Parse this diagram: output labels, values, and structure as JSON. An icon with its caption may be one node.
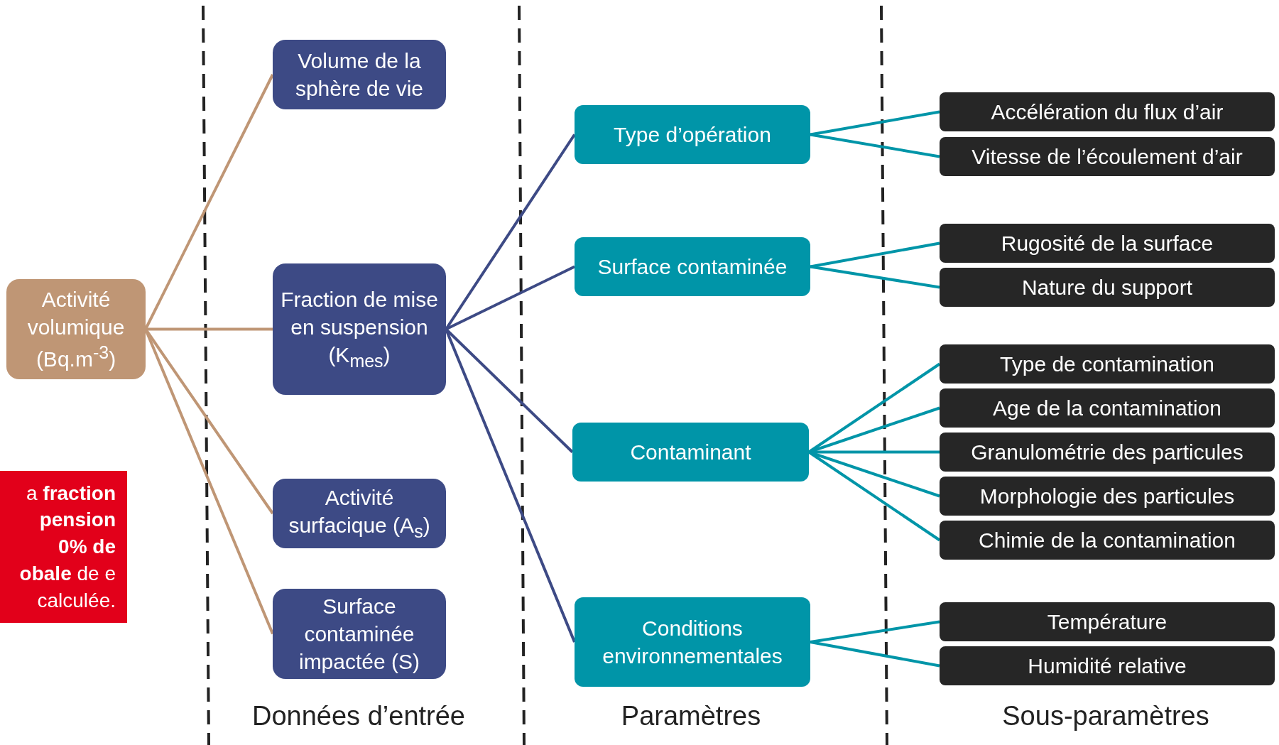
{
  "diagram": {
    "nodes": [
      {
        "text": [
          "Activité volumique (Bq.m$^{-3}$)"
        ]
      },
      {
        "text": [
          "Volume de la sphère de vie"
        ]
      },
      {
        "text": [
          "Fraction de mise en suspension (K$_{mes}$)"
        ]
      },
      {
        "text": [
          "Activité surfacique (A$_{s}$)"
        ]
      },
      {
        "text": [
          "Surface contaminée impactée (S)"
        ]
      },
      {
        "text": [
          "Type d’opération"
        ]
      },
      {
        "text": [
          "Surface contaminée"
        ]
      },
      {
        "text": [
          "Contaminant"
        ]
      },
      {
        "text": [
          "Conditions environnementales"
        ]
      },
      {
        "text": [
          "Accélération du flux d’air"
        ]
      },
      {
        "text": [
          "Vitesse de l’écoulement d’air"
        ]
      },
      {
        "text": [
          "Rugosité de la surface"
        ]
      },
      {
        "text": [
          "Nature du support"
        ]
      },
      {
        "text": [
          "Type de contamination"
        ]
      },
      {
        "text": [
          "Age de la contamination"
        ]
      },
      {
        "text": [
          "Granulométrie des particules"
        ]
      },
      {
        "text": [
          "Morphologie des particules"
        ]
      },
      {
        "text": [
          "Chimie de la contamination"
        ]
      },
      {
        "text": [
          "Température"
        ]
      },
      {
        "text": [
          "Humidité relative"
        ]
      },
      {
        "text": [
          "a **fraction** **pension** **0% de** **obale** de e calculée."
        ]
      }
    ],
    "edges": [
      {
        "from": 0,
        "to": 1,
        "arrow": "none",
        "color": "#bf9675"
      },
      {
        "from": 0,
        "to": 2,
        "arrow": "none",
        "color": "#bf9675"
      },
      {
        "from": 0,
        "to": 3,
        "arrow": "none",
        "color": "#bf9675"
      },
      {
        "from": 0,
        "to": 4,
        "arrow": "none",
        "color": "#bf9675"
      },
      {
        "from": 2,
        "to": 5,
        "arrow": "none",
        "color": "#3d4a85"
      },
      {
        "from": 2,
        "to": 6,
        "arrow": "none",
        "color": "#3d4a85"
      },
      {
        "from": 2,
        "to": 7,
        "arrow": "none",
        "color": "#3d4a85"
      },
      {
        "from": 2,
        "to": 8,
        "arrow": "none",
        "color": "#3d4a85"
      },
      {
        "from": 5,
        "to": 9,
        "arrow": "none"
      },
      {
        "from": 5,
        "to": 10,
        "arrow": "none"
      },
      {
        "from": 6,
        "to": 11,
        "arrow": "none"
      },
      {
        "from": 6,
        "to": 12,
        "arrow": "none"
      },
      {
        "from": 7,
        "to": 13,
        "arrow": "none"
      },
      {
        "from": 7,
        "to": 14,
        "arrow": "none"
      },
      {
        "from": 7,
        "to": 15,
        "arrow": "none"
      },
      {
        "from": 7,
        "to": 16,
        "arrow": "none"
      },
      {
        "from": 7,
        "to": 17,
        "arrow": "none"
      },
      {
        "from": 8,
        "to": 18,
        "arrow": "none"
      },
      {
        "from": 8,
        "to": 19,
        "arrow": "none"
      }
    ],
    "labels": [
      "Données d’entrée",
      "Paramètres",
      "Sous-paramètres"
    ]
  }
}
